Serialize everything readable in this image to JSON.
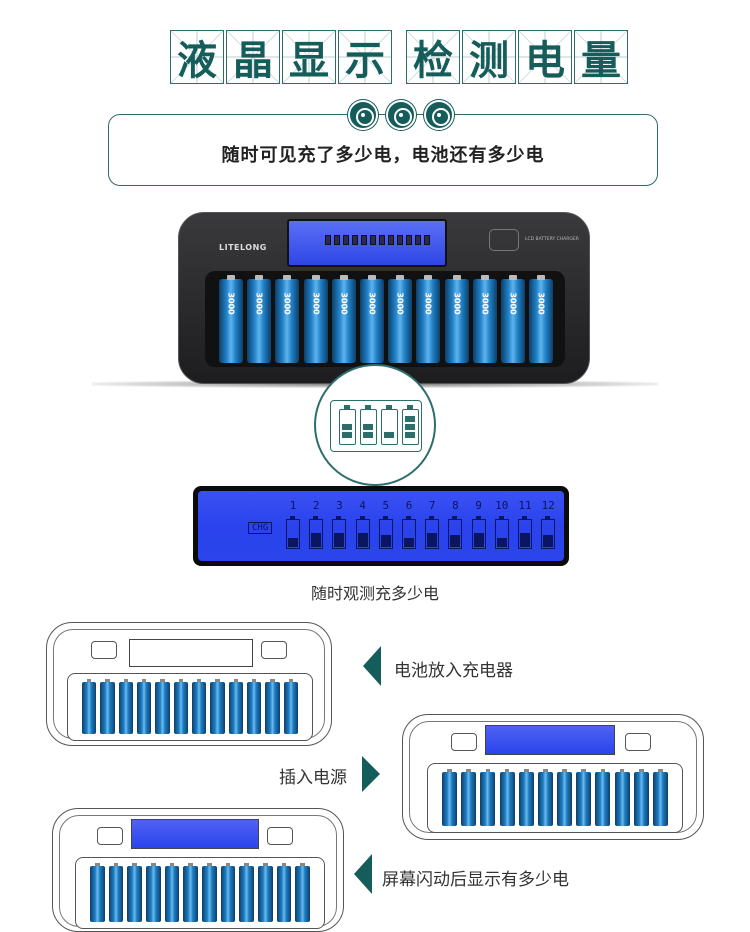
{
  "title": {
    "chars": [
      "液",
      "晶",
      "显",
      "示",
      "检",
      "测",
      "电",
      "量"
    ]
  },
  "subtitle": "随时可见充了多少电，电池还有多少电",
  "charger": {
    "brand": "LITELONG",
    "info": "LCD BATTERY CHARGER",
    "cell_label": "3000"
  },
  "lcd": {
    "mode": "CHG",
    "slots": [
      {
        "n": "1",
        "level": 0.35
      },
      {
        "n": "2",
        "level": 0.55
      },
      {
        "n": "3",
        "level": 0.55
      },
      {
        "n": "4",
        "level": 0.55
      },
      {
        "n": "5",
        "level": 0.45
      },
      {
        "n": "6",
        "level": 0.35
      },
      {
        "n": "7",
        "level": 0.55
      },
      {
        "n": "8",
        "level": 0.45
      },
      {
        "n": "9",
        "level": 0.55
      },
      {
        "n": "10",
        "level": 0.35
      },
      {
        "n": "11",
        "level": 0.55
      },
      {
        "n": "12",
        "level": 0.45
      }
    ]
  },
  "lcd_caption": "随时观测充多少电",
  "steps": [
    {
      "label": "电池放入充电器"
    },
    {
      "label": "插入电源"
    },
    {
      "label": "屏幕闪动后显示有多少电"
    }
  ],
  "colors": {
    "accent": "#155d5a",
    "lcd_blue": "#2a43ec",
    "cell_blue": "#1f7fc4"
  }
}
